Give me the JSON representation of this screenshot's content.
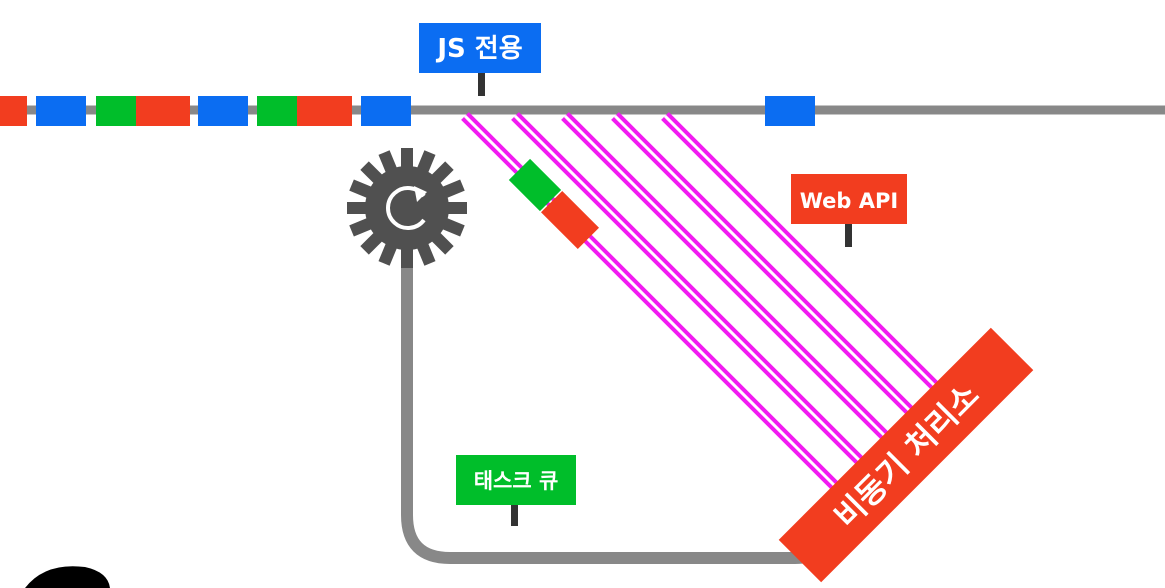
{
  "labels": {
    "js_only": "JS 전용",
    "web_api": "Web API",
    "task_queue": "태스크 큐",
    "async_processing": "비동기 처리소"
  },
  "colors": {
    "blue": "#0b6df2",
    "green": "#00be2a",
    "red": "#f23d1f",
    "magenta": "#f21bf2",
    "gray": "#888888",
    "dark": "#505050",
    "black": "#000000"
  },
  "icons": {
    "event_loop": "event-loop-gear-icon"
  },
  "track_tasks": [
    "red",
    "blue",
    "green",
    "red",
    "blue",
    "green",
    "red",
    "blue",
    "blue"
  ],
  "diagonal_tasks": [
    "green",
    "red"
  ]
}
